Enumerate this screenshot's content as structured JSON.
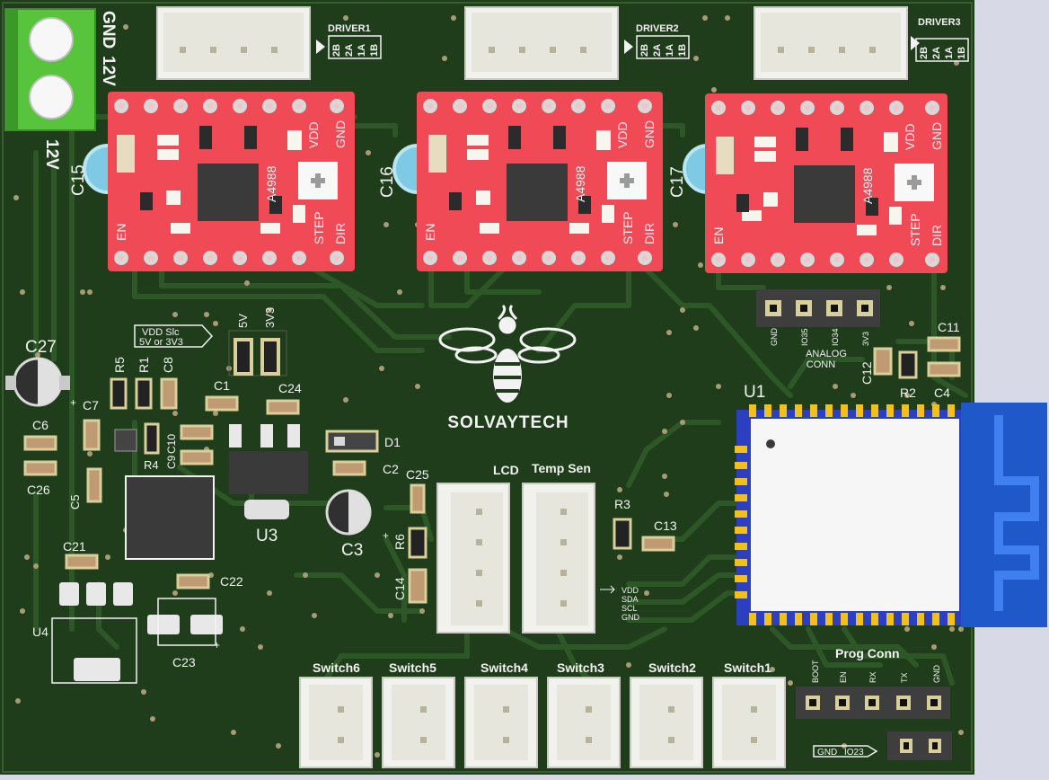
{
  "colors": {
    "board": "#1f3d1b",
    "copper_trace": "#2c5426",
    "silk": "#f2f2f2",
    "driver_pcb": "#ef4a55",
    "esp_shield": "#f6f6f6",
    "esp_antenna": "#1f58c8",
    "terminal_green": "#5fcf3f",
    "background": "#d7d9e6"
  },
  "terminal": {
    "gnd": "GND",
    "v12": "12V",
    "v12_side": "12V"
  },
  "drivers": [
    {
      "connector": "DRIVER1",
      "cap": "C15"
    },
    {
      "connector": "DRIVER2",
      "cap": "C16"
    },
    {
      "connector": "DRIVER3",
      "cap": "C17"
    }
  ],
  "driver_pins": [
    "2B",
    "2A",
    "1A",
    "1B"
  ],
  "driver_module": {
    "chip": "A4988",
    "vdd": "VDD",
    "gnd": "GND",
    "en": "EN",
    "step": "STEP",
    "dir": "DIR"
  },
  "logo": {
    "text": "SOLVAYTECH"
  },
  "vdd_select": {
    "line1": "VDD Slc",
    "line2": "5V or 3V3",
    "opt_5v": "5V",
    "opt_3v3": "3V3"
  },
  "analog": {
    "pins": [
      "GND",
      "IO35",
      "IO34",
      "3V3"
    ],
    "label1": "ANALOG",
    "label2": "CONN"
  },
  "components": {
    "c27": "C27",
    "r5": "R5",
    "r1": "R1",
    "c8": "C8",
    "c7": "C7",
    "c1": "C1",
    "c24": "C24",
    "c6": "C6",
    "c26": "C26",
    "r4": "R4",
    "c9": "C9",
    "c10": "C10",
    "d1": "D1",
    "c2": "C2",
    "c25": "C25",
    "c5": "C5",
    "u3": "U3",
    "c3": "C3",
    "r6": "R6",
    "c14": "C14",
    "c21": "C21",
    "c22": "C22",
    "u4": "U4",
    "c23": "C23",
    "r3": "R3",
    "c13": "C13",
    "u1": "U1",
    "c11": "C11",
    "c12": "C12",
    "r2": "R2",
    "c4": "C4"
  },
  "headers": {
    "lcd": "LCD",
    "temp": "Temp Sen"
  },
  "i2c_pins": [
    "VDD",
    "SDA",
    "SCL",
    "GND"
  ],
  "switches": [
    "Switch6",
    "Switch5",
    "Switch4",
    "Switch3",
    "Switch2",
    "Switch1"
  ],
  "prog": {
    "title": "Prog Conn",
    "pins": [
      "BOOT",
      "EN",
      "RX",
      "TX",
      "GND"
    ]
  },
  "io23": {
    "gnd": "GND",
    "io": "IO23"
  }
}
